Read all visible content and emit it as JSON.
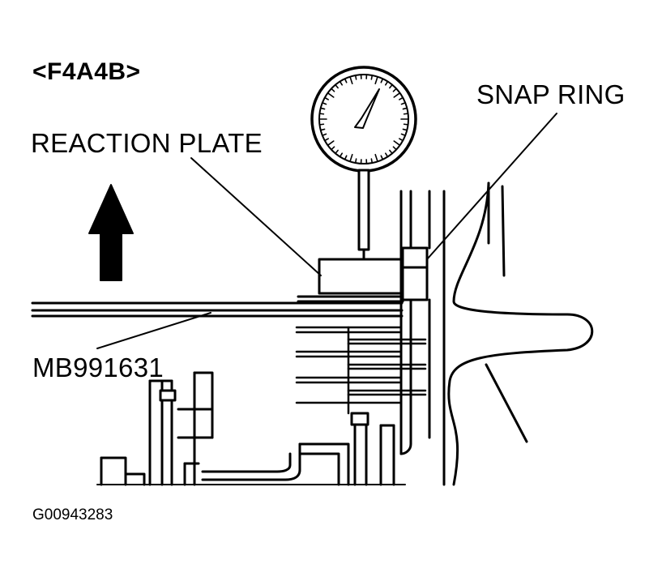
{
  "model": "<F4A4B>",
  "labels": {
    "reaction_plate": "REACTION PLATE",
    "snap_ring": "SNAP RING",
    "special_tool": "MB991631"
  },
  "figure_id": "G00943283",
  "icons": {
    "direction_arrow": "up-arrow-icon",
    "dial_gauge": "dial-indicator-icon"
  },
  "colors": {
    "ink": "#000000",
    "paper": "#ffffff"
  }
}
